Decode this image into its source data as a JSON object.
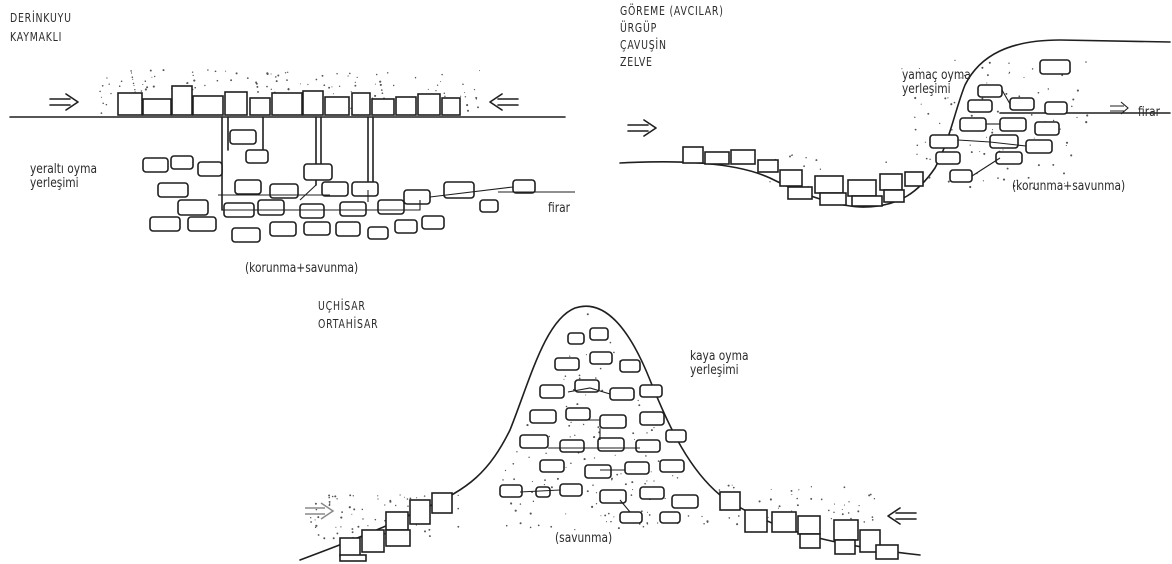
{
  "panels": {
    "underground": {
      "places": [
        "DERİNKUYU",
        "KAYMAKLI"
      ],
      "settlement": [
        "yeraltı oyma",
        "yerleşimi"
      ],
      "exit": "firar",
      "purpose": "(korunma+savunma)"
    },
    "valley": {
      "places": [
        "GÖREME (AVCILAR)",
        "ÜRGÜP",
        "ÇAVUŞİN",
        "ZELVE"
      ],
      "settlement": [
        "yamaç oyma",
        "yerleşimi"
      ],
      "exit": "firar",
      "purpose": "(korunma+savunma)"
    },
    "rock": {
      "places": [
        "UÇHİSAR",
        "ORTAHİSAR"
      ],
      "settlement": [
        "kaya oyma",
        "yerleşimi"
      ],
      "purpose": "(savunma)"
    }
  },
  "colors": {
    "ink": "#1f1f1f",
    "paper": "#ffffff",
    "arrow_grey": "#8a8a8a"
  },
  "icons": [
    "arrow-right-icon",
    "arrow-left-icon"
  ]
}
